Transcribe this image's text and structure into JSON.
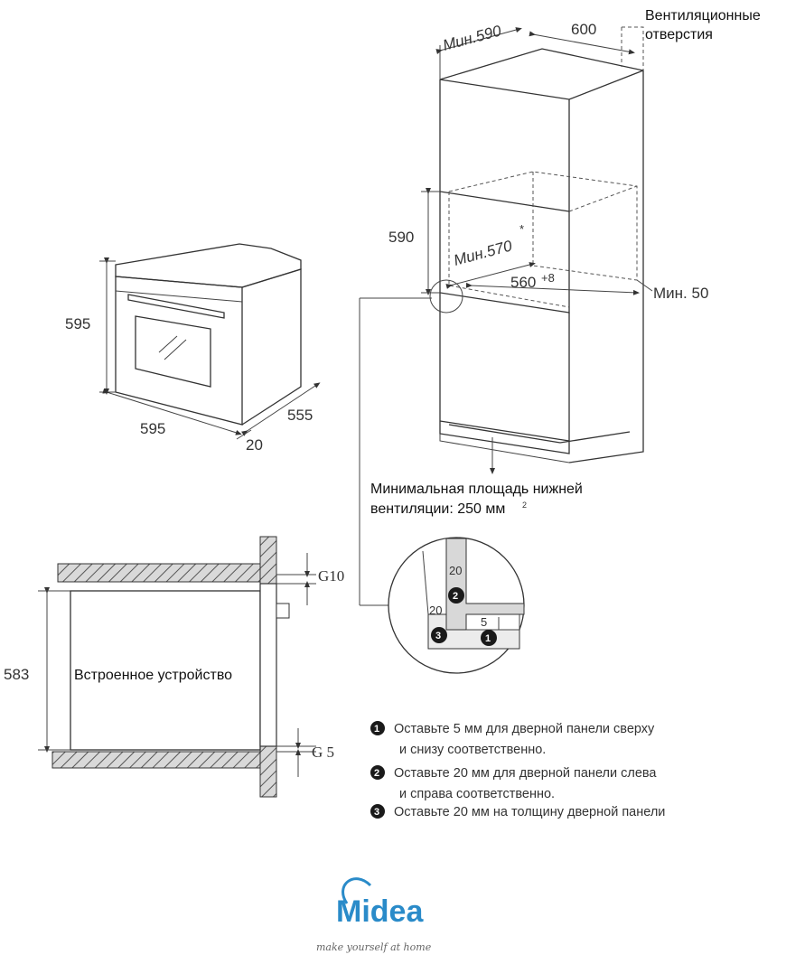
{
  "oven_front": {
    "height": "595",
    "width": "595",
    "depth": "555",
    "door": "20"
  },
  "cabinet": {
    "top_depth": "Мин.590",
    "top_width": "600",
    "vent_label_line1": "Вентиляционные",
    "vent_label_line2": "отверстия",
    "niche_height": "590",
    "niche_depth": "Мин.570",
    "niche_depth_mark": "*",
    "niche_width": "560",
    "niche_width_tol": "+8",
    "side_gap": "Мин. 50",
    "bottom_vent_line1": "Минимальная площадь нижней",
    "bottom_vent_line2": "вентиляции: 250 мм",
    "bottom_vent_sup": "2"
  },
  "side_section": {
    "device_label": "Встроенное устройство",
    "height": "583",
    "gap_top": "G10",
    "gap_bottom": "G 5"
  },
  "detail": {
    "label_20_top": "20",
    "label_20_left": "20",
    "label_5": "5",
    "badge_1": "1",
    "badge_2": "2",
    "badge_3": "3"
  },
  "notes": [
    {
      "num": "1",
      "line1": "Оставьте 5 мм для дверной панели сверху",
      "line2": "и снизу соответственно."
    },
    {
      "num": "2",
      "line1": "Оставьте 20 мм для дверной панели слева",
      "line2": "и справа соответственно."
    },
    {
      "num": "3",
      "line1": "Оставьте 20 мм на толщину дверной панели",
      "line2": ""
    }
  ],
  "brand": {
    "logo": "Midea",
    "tagline": "make yourself at home",
    "color": "#2a8bc9"
  }
}
